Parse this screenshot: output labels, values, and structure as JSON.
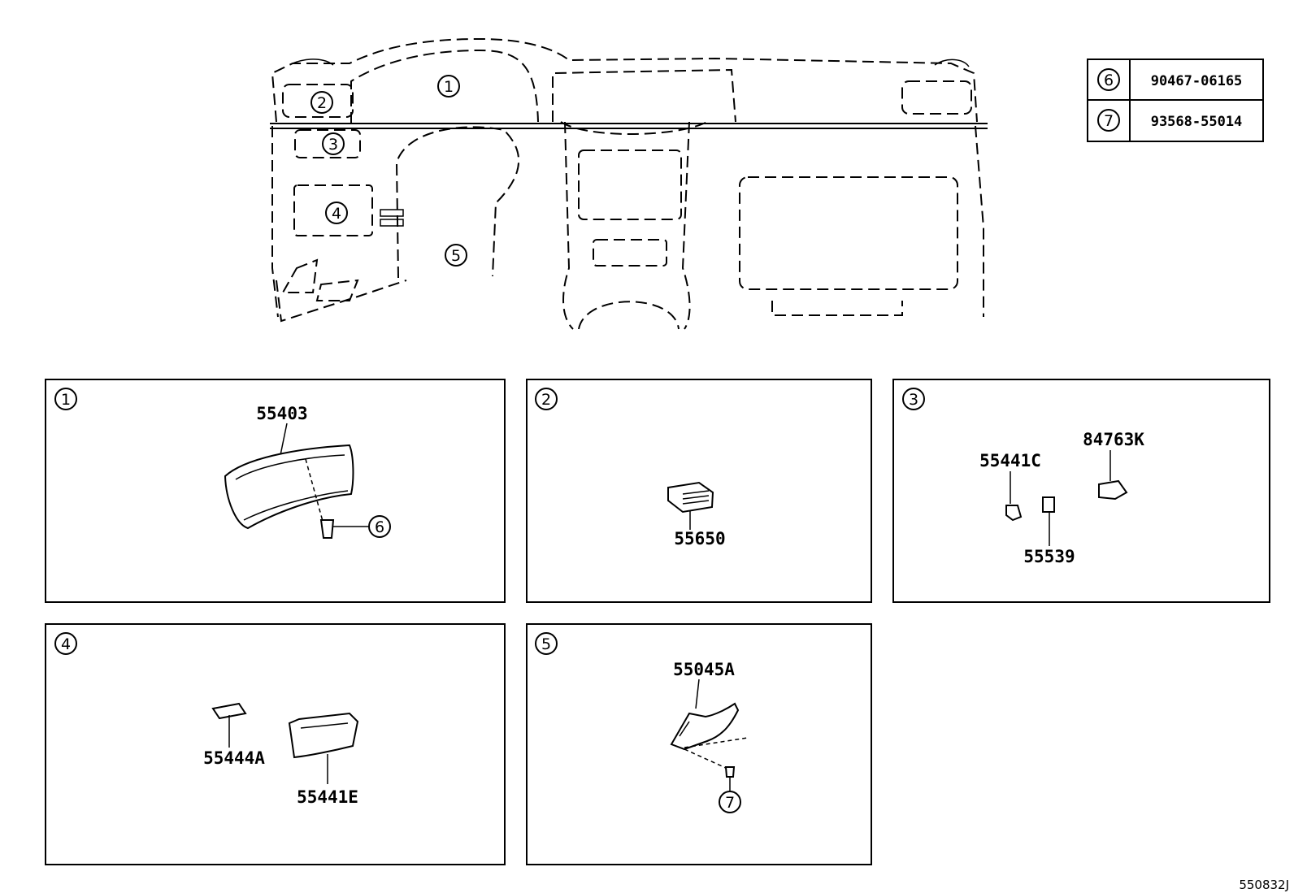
{
  "overview": {
    "callouts": [
      "1",
      "2",
      "3",
      "4",
      "5"
    ]
  },
  "reference_table": {
    "rows": [
      {
        "ref": "6",
        "part": "90467-06165"
      },
      {
        "ref": "7",
        "part": "93568-55014"
      }
    ]
  },
  "panels": [
    {
      "id": "1",
      "parts": [
        "55403"
      ],
      "ref": "6"
    },
    {
      "id": "2",
      "parts": [
        "55650"
      ]
    },
    {
      "id": "3",
      "parts": [
        "84763K",
        "55441C",
        "55539"
      ]
    },
    {
      "id": "4",
      "parts": [
        "55444A",
        "55441E"
      ]
    },
    {
      "id": "5",
      "parts": [
        "55045A"
      ],
      "ref": "7"
    }
  ],
  "diagram_code": "550832J"
}
